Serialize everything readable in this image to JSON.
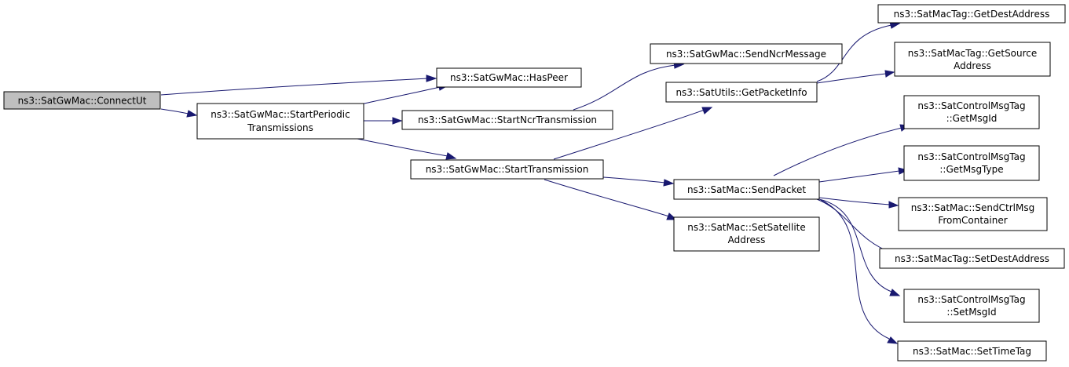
{
  "colors": {
    "edge": "#191970",
    "root_fill": "#bfbfbf",
    "node_fill": "#ffffff",
    "node_border": "#000000"
  },
  "nodes": {
    "connect_ut": [
      "ns3::SatGwMac::ConnectUt"
    ],
    "has_peer": [
      "ns3::SatGwMac::HasPeer"
    ],
    "start_periodic": [
      "ns3::SatGwMac::StartPeriodic",
      "Transmissions"
    ],
    "start_ncr": [
      "ns3::SatGwMac::StartNcrTransmission"
    ],
    "send_ncr": [
      "ns3::SatGwMac::SendNcrMessage"
    ],
    "start_tx": [
      "ns3::SatGwMac::StartTransmission"
    ],
    "get_packet_info": [
      "ns3::SatUtils::GetPacketInfo"
    ],
    "send_packet": [
      "ns3::SatMac::SendPacket"
    ],
    "set_satellite": [
      "ns3::SatMac::SetSatellite",
      "Address"
    ],
    "get_dest": [
      "ns3::SatMacTag::GetDestAddress"
    ],
    "get_source": [
      "ns3::SatMacTag::GetSource",
      "Address"
    ],
    "get_msg_id": [
      "ns3::SatControlMsgTag",
      "::GetMsgId"
    ],
    "get_msg_type": [
      "ns3::SatControlMsgTag",
      "::GetMsgType"
    ],
    "send_ctrl": [
      "ns3::SatMac::SendCtrlMsg",
      "FromContainer"
    ],
    "set_dest": [
      "ns3::SatMacTag::SetDestAddress"
    ],
    "set_msg_id": [
      "ns3::SatControlMsgTag",
      "::SetMsgId"
    ],
    "set_time_tag": [
      "ns3::SatMac::SetTimeTag"
    ]
  }
}
